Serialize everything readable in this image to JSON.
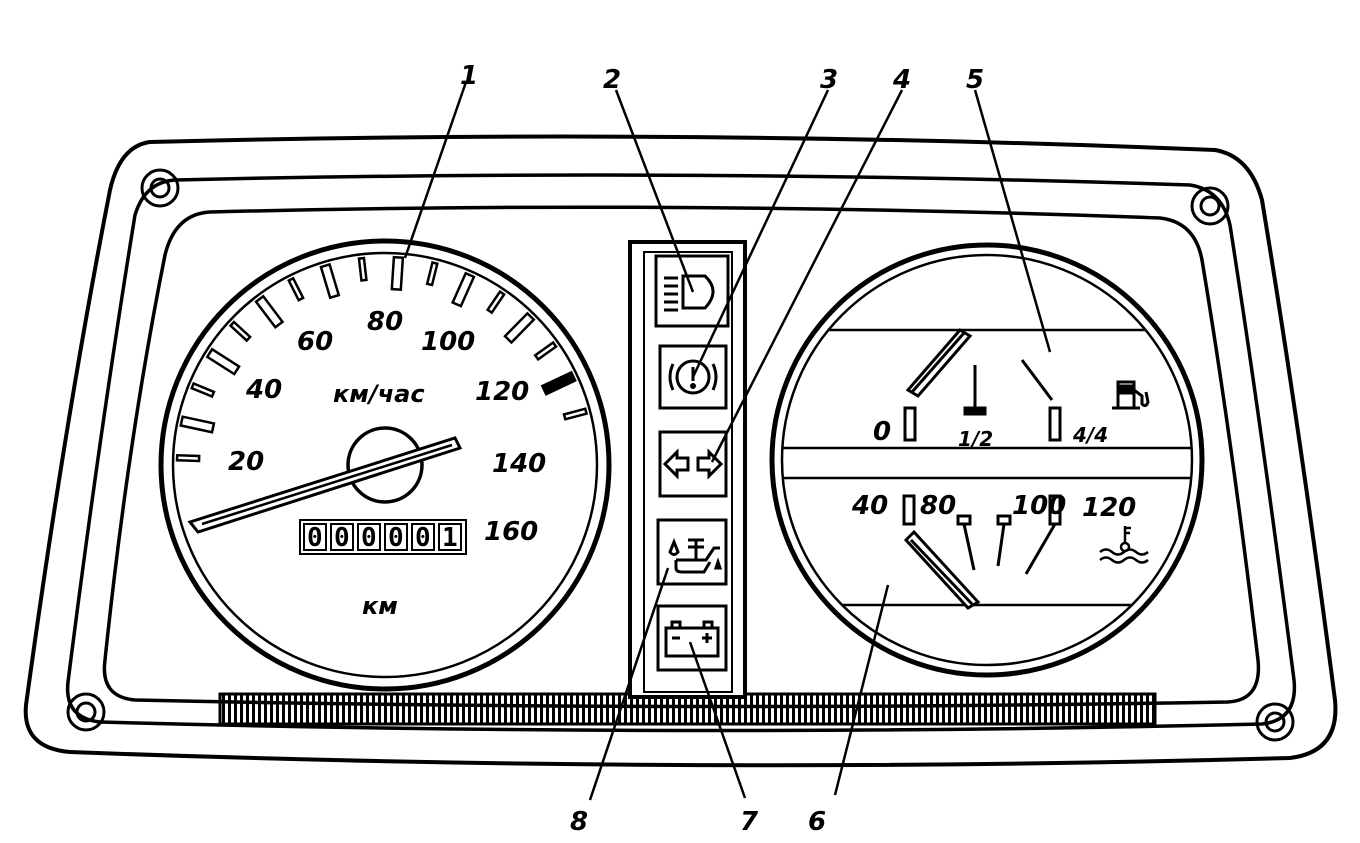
{
  "callouts": [
    "1",
    "2",
    "3",
    "4",
    "5",
    "6",
    "7",
    "8"
  ],
  "speedometer": {
    "scale": [
      "20",
      "40",
      "60",
      "80",
      "100",
      "120",
      "140",
      "160"
    ],
    "unit": "км/час",
    "odometer": [
      "0",
      "0",
      "0",
      "0",
      "0",
      "1"
    ],
    "odometer_unit": "км"
  },
  "fuel_gauge": {
    "labels": [
      "0",
      "1/2",
      "4/4"
    ],
    "icon": "fuel-pump-icon"
  },
  "temp_gauge": {
    "labels": [
      "40",
      "80",
      "100",
      "120"
    ],
    "icon": "coolant-temperature-icon"
  },
  "warning_lamps": [
    {
      "icon": "high-beam-icon"
    },
    {
      "icon": "brake-warning-icon"
    },
    {
      "icon": "turn-signal-icon"
    },
    {
      "icon": "oil-pressure-icon"
    },
    {
      "icon": "battery-charge-icon"
    }
  ]
}
